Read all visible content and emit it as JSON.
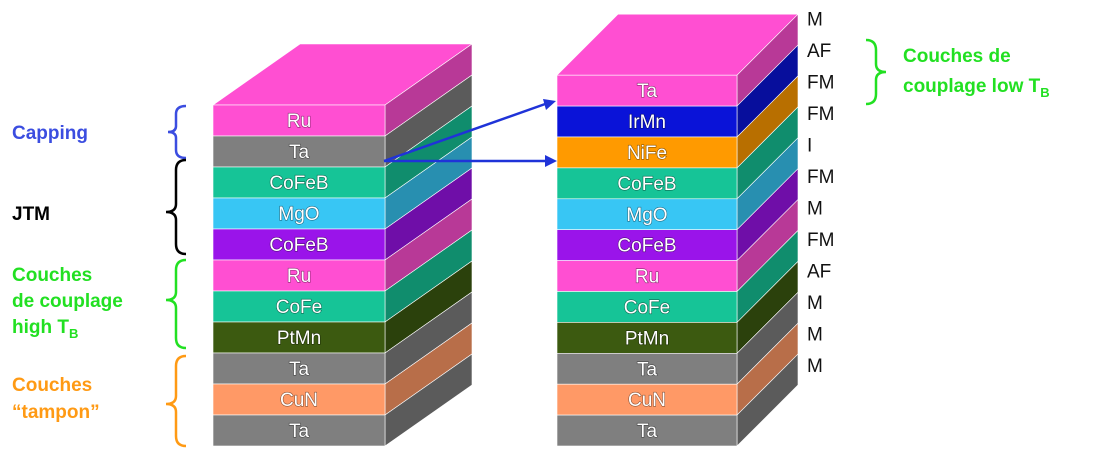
{
  "colors": {
    "Ta": "#7f7f7f",
    "Ru": "#ff4fd2",
    "CoFeB": "#16c497",
    "MgO": "#38c6f4",
    "CoFeB_dark": "#9a14ea",
    "CoFe": "#16c497",
    "PtMn": "#3c5a10",
    "CuN": "#ff9966",
    "IrMn": "#0a13d8",
    "NiFe": "#ff9a00",
    "blue": "#3b4de0",
    "black": "#000000",
    "green": "#22e022",
    "orange": "#ff9a14",
    "arrow": "#1f33d8"
  },
  "left_stack": {
    "layers": [
      {
        "label": "Ru",
        "color": "Ru"
      },
      {
        "label": "Ta",
        "color": "Ta"
      },
      {
        "label": "CoFeB",
        "color": "CoFeB"
      },
      {
        "label": "MgO",
        "color": "MgO"
      },
      {
        "label": "CoFeB",
        "color": "CoFeB_dark"
      },
      {
        "label": "Ru",
        "color": "Ru"
      },
      {
        "label": "CoFe",
        "color": "CoFe"
      },
      {
        "label": "PtMn",
        "color": "PtMn"
      },
      {
        "label": "Ta",
        "color": "Ta"
      },
      {
        "label": "CuN",
        "color": "CuN"
      },
      {
        "label": "Ta",
        "color": "Ta"
      }
    ]
  },
  "right_stack": {
    "layers": [
      {
        "label": "Ta",
        "color": "Ru"
      },
      {
        "label": "IrMn",
        "color": "IrMn"
      },
      {
        "label": "NiFe",
        "color": "NiFe"
      },
      {
        "label": "CoFeB",
        "color": "CoFeB"
      },
      {
        "label": "MgO",
        "color": "MgO"
      },
      {
        "label": "CoFeB",
        "color": "CoFeB_dark"
      },
      {
        "label": "Ru",
        "color": "Ru"
      },
      {
        "label": "CoFe",
        "color": "CoFe"
      },
      {
        "label": "PtMn",
        "color": "PtMn"
      },
      {
        "label": "Ta",
        "color": "Ta"
      },
      {
        "label": "CuN",
        "color": "CuN"
      },
      {
        "label": "Ta",
        "color": "Ta"
      }
    ]
  },
  "layer_types": [
    "M",
    "AF",
    "FM",
    "FM",
    "I",
    "FM",
    "M",
    "FM",
    "AF",
    "M",
    "M",
    "M"
  ],
  "groups_left": {
    "capping": "Capping",
    "jtm": "JTM",
    "coupling_high_line1": "Couches",
    "coupling_high_line2": "de couplage",
    "coupling_high_line3": "high T",
    "coupling_high_sub": "B",
    "buffer_line1": "Couches",
    "buffer_line2": "“tampon”"
  },
  "groups_right": {
    "coupling_low_line1": "Couches de",
    "coupling_low_line2": "couplage low T",
    "coupling_low_sub": "B"
  }
}
